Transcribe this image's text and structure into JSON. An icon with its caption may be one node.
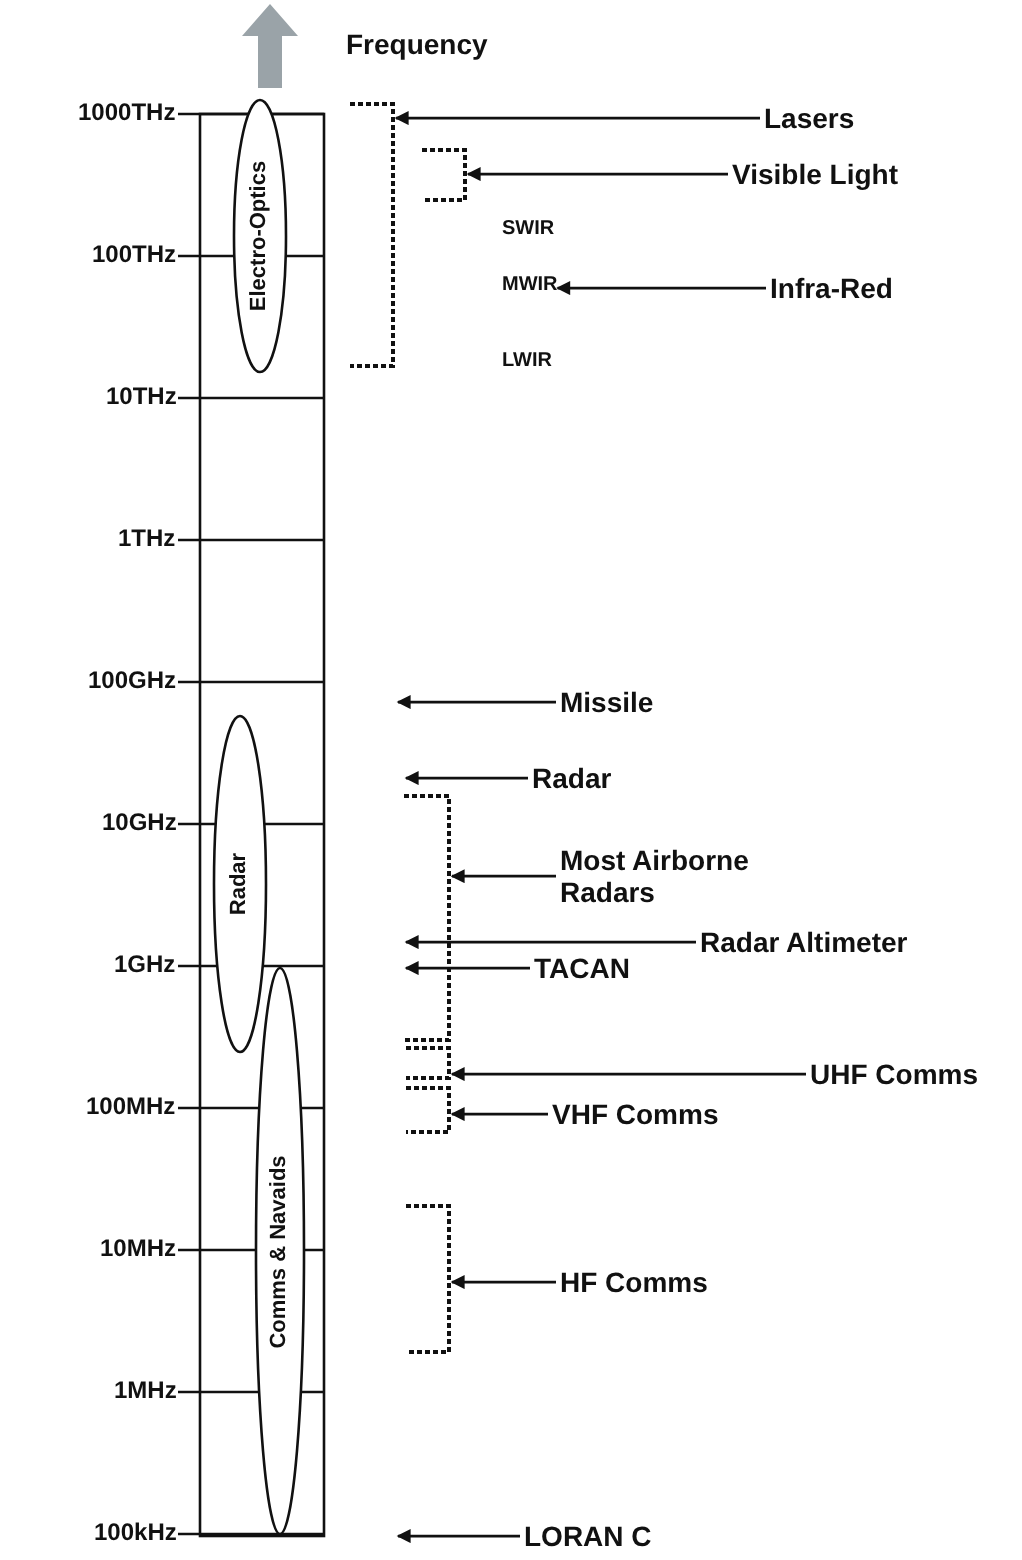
{
  "diagram": {
    "nodes": [
      {
        "text": [
          "Electro-Optics"
        ]
      },
      {
        "text": [
          "Radar"
        ]
      },
      {
        "text": [
          "Comms & Navaids"
        ]
      },
      {
        "text": [],
        "shape": "bracket"
      },
      {
        "text": [
          "Lasers"
        ]
      },
      {
        "text": [],
        "shape": "bracket"
      },
      {
        "text": [
          "Visible Light"
        ]
      },
      {
        "text": [
          "MWIR"
        ]
      },
      {
        "text": [
          "Infra-Red"
        ]
      },
      {
        "text": [
          "Missile"
        ]
      },
      {
        "text": [
          "Radar"
        ]
      },
      {
        "text": [],
        "shape": "bracket"
      },
      {
        "text": [
          "Most Airborne Radars"
        ]
      },
      {
        "text": [
          "Radar Altimeter"
        ]
      },
      {
        "text": [
          "TACAN"
        ]
      },
      {
        "text": [],
        "shape": "bracket"
      },
      {
        "text": [
          "UHF Comms"
        ]
      },
      {
        "text": [],
        "shape": "bracket"
      },
      {
        "text": [
          "VHF Comms"
        ]
      },
      {
        "text": [],
        "shape": "bracket"
      },
      {
        "text": [
          "HF Comms"
        ]
      },
      {
        "text": [
          "LORAN C"
        ]
      }
    ],
    "edges": [
      {
        "from": 4,
        "to": 3,
        "arrow": "to"
      },
      {
        "from": 6,
        "to": 5,
        "arrow": "to"
      },
      {
        "from": 8,
        "to": 7,
        "arrow": "to"
      },
      {
        "from": 9,
        "to": null,
        "arrow": "to"
      },
      {
        "from": 10,
        "to": 11,
        "arrow": "to"
      },
      {
        "from": 12,
        "to": 11,
        "arrow": "to"
      },
      {
        "from": 13,
        "to": 11,
        "arrow": "to"
      },
      {
        "from": 14,
        "to": 11,
        "arrow": "to"
      },
      {
        "from": 16,
        "to": 15,
        "arrow": "to"
      },
      {
        "from": 18,
        "to": 17,
        "arrow": "to"
      },
      {
        "from": 20,
        "to": 19,
        "arrow": "to"
      },
      {
        "from": 21,
        "to": null,
        "arrow": "to"
      }
    ],
    "labels": [
      "Frequency",
      "1000THz",
      "100THz",
      "10THz",
      "1THz",
      "100GHz",
      "10GHz",
      "1GHz",
      "100MHz",
      "10MHz",
      "1MHz",
      "100kHz",
      "SWIR",
      "LWIR"
    ]
  }
}
